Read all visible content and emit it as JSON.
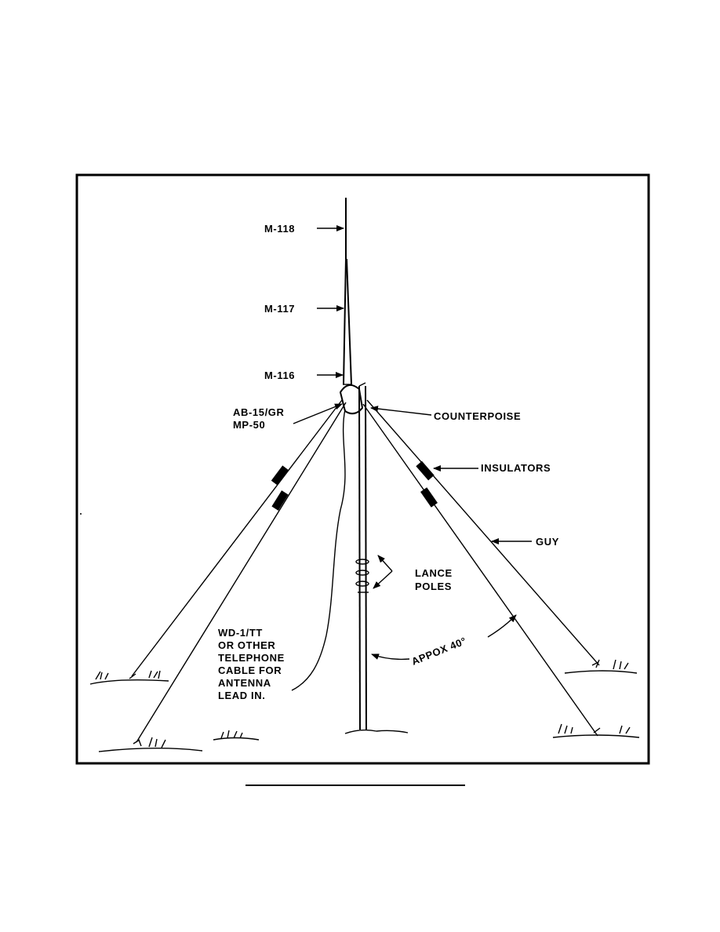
{
  "labels": {
    "m118": "M-118",
    "m117": "M-117",
    "m116": "M-116",
    "ab15": "AB-15/GR",
    "mp50": "MP-50",
    "counterpoise": "COUNTERPOISE",
    "insulators": "INSULATORS",
    "guy": "GUY",
    "lance1": "LANCE",
    "lance2": "POLES",
    "cable": [
      "WD-1/TT",
      "OR OTHER",
      "TELEPHONE",
      "CABLE FOR",
      "ANTENNA",
      "LEAD IN."
    ],
    "angle": "APPOX 40°"
  },
  "colors": {
    "ink": "#000000",
    "paper": "#ffffff"
  }
}
